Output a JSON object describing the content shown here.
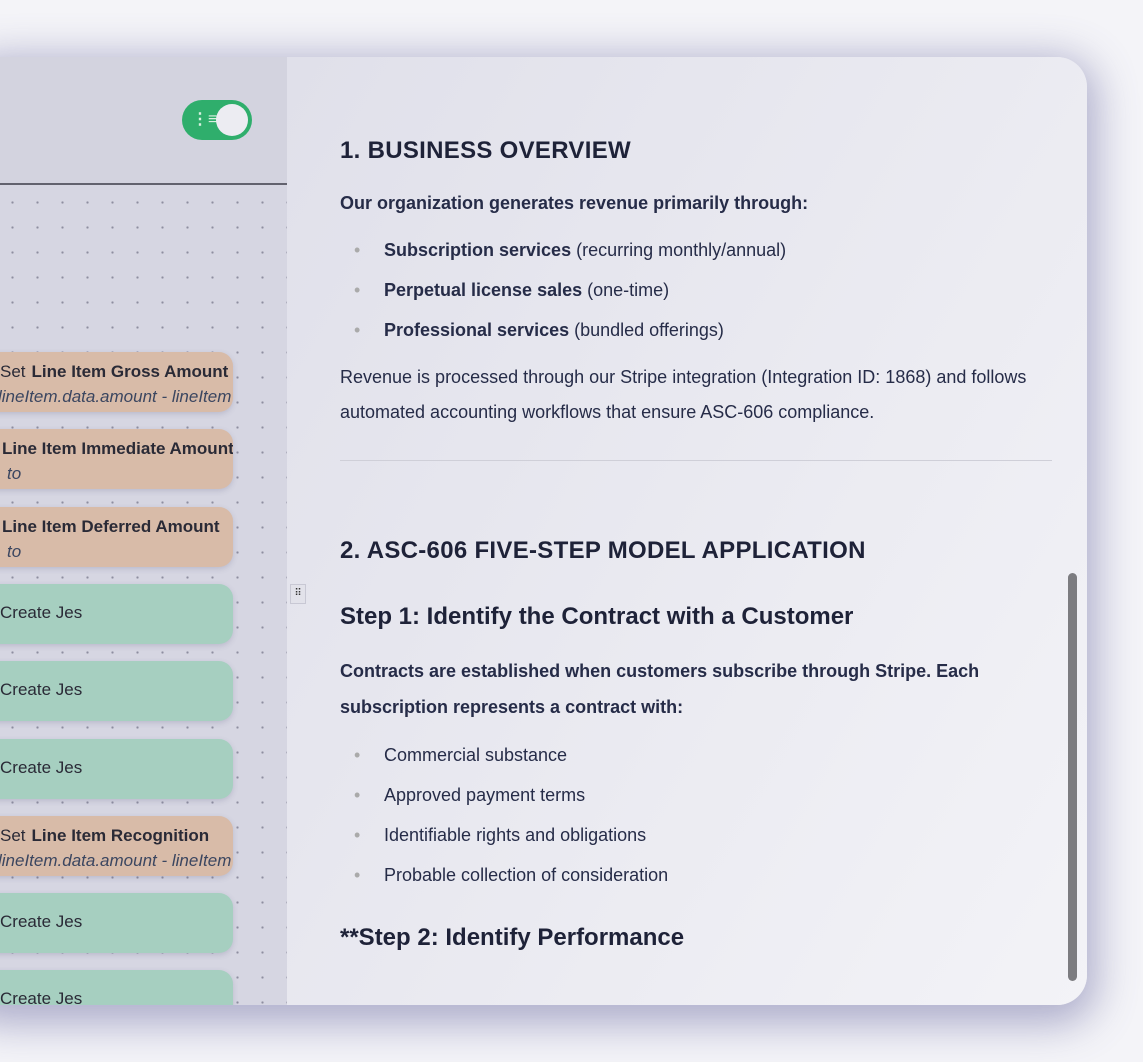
{
  "left_panel": {
    "toggle_icon": "outline-list-icon",
    "nodes": [
      {
        "type": "set",
        "prefix": "Set",
        "title": "Line Item Gross Amount",
        "subtitle": "lineItem.data.amount - lineItem"
      },
      {
        "type": "set",
        "prefix": "",
        "title": "Line Item Immediate Amount",
        "subtitle": "to"
      },
      {
        "type": "set",
        "prefix": "",
        "title": "Line Item Deferred Amount",
        "subtitle": "to"
      },
      {
        "type": "jes",
        "label": "Create Jes"
      },
      {
        "type": "jes",
        "label": "Create Jes"
      },
      {
        "type": "jes",
        "label": "Create Jes"
      },
      {
        "type": "set",
        "prefix": "Set",
        "title": "Line Item Recognition",
        "subtitle": "lineItem.data.amount - lineItem"
      },
      {
        "type": "jes",
        "label": "Create Jes"
      },
      {
        "type": "jes",
        "label": "Create Jes"
      }
    ]
  },
  "document": {
    "section1": {
      "heading": "1. BUSINESS OVERVIEW",
      "lead": "Our organization generates revenue primarily through:",
      "items": [
        {
          "bold": "Subscription services",
          "rest": " (recurring monthly/annual)"
        },
        {
          "bold": "Perpetual license sales",
          "rest": " (one-time)"
        },
        {
          "bold": "Professional services",
          "rest": " (bundled offerings)"
        }
      ],
      "paragraph": "Revenue is processed through our Stripe integration (Integration ID: 1868) and follows automated accounting workflows that ensure ASC-606 compliance."
    },
    "section2": {
      "heading": "2. ASC-606 FIVE-STEP MODEL APPLICATION",
      "step1_title": "Step 1: Identify the Contract with a Customer",
      "step1_lead": "Contracts are established when customers subscribe through Stripe. Each subscription represents a contract with:",
      "step1_items": [
        "Commercial substance",
        "Approved payment terms",
        "Identifiable rights and obligations",
        "Probable collection of consideration"
      ],
      "step2_title": "**Step 2: Identify Performance"
    }
  }
}
